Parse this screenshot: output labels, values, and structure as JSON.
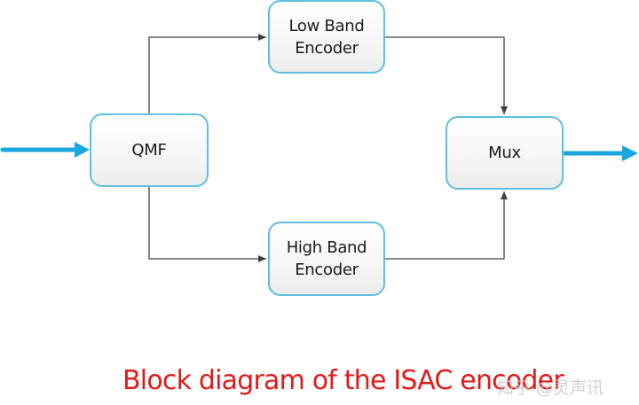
{
  "diagram": {
    "title": "Block diagram of the ISAC encoder",
    "blocks": [
      {
        "id": "qmf",
        "label": "QMF"
      },
      {
        "id": "low_band_encoder",
        "label": "Low Band\nEncoder"
      },
      {
        "id": "high_band_encoder",
        "label": "High Band\nEncoder"
      },
      {
        "id": "mux",
        "label": "Mux"
      }
    ],
    "edges": [
      {
        "from": "input",
        "to": "qmf",
        "style": "thick-blue-arrow"
      },
      {
        "from": "qmf",
        "to": "low_band_encoder",
        "style": "thin-gray-arrow"
      },
      {
        "from": "qmf",
        "to": "high_band_encoder",
        "style": "thin-gray-arrow"
      },
      {
        "from": "low_band_encoder",
        "to": "mux",
        "style": "thin-gray-arrow"
      },
      {
        "from": "high_band_encoder",
        "to": "mux",
        "style": "thin-gray-arrow"
      },
      {
        "from": "mux",
        "to": "output",
        "style": "thick-blue-arrow"
      }
    ],
    "colors": {
      "block_border": "#5ebfe0",
      "io_arrow": "#1aa7e0",
      "connector": "#404040",
      "caption": "#e01a1a"
    }
  },
  "watermark": "知乎 @灵声讯"
}
